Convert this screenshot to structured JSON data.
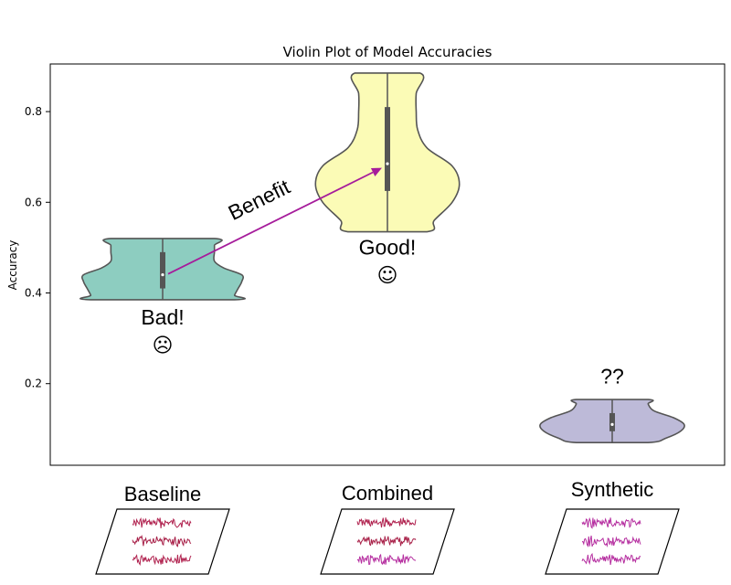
{
  "chart_data": {
    "type": "violin",
    "title": "Violin Plot of Model Accuracies",
    "xlabel": "",
    "ylabel": "Accuracy",
    "ylim": [
      0.02,
      0.905
    ],
    "yticks": [
      {
        "value": 0.2,
        "label": "0.2"
      },
      {
        "value": 0.4,
        "label": "0.4"
      },
      {
        "value": 0.6,
        "label": "0.6"
      },
      {
        "value": 0.8,
        "label": "0.8"
      }
    ],
    "grid": false,
    "categories": [
      "Baseline",
      "Combined",
      "Synthetic"
    ],
    "violins": [
      {
        "category": "Baseline",
        "color": "#8dcdc0",
        "min": 0.385,
        "max": 0.52,
        "q1": 0.41,
        "median": 0.44,
        "q3": 0.49,
        "density": [
          [
            0.385,
            1.0
          ],
          [
            0.395,
            1.0
          ],
          [
            0.41,
            1.05
          ],
          [
            0.425,
            1.1
          ],
          [
            0.44,
            1.1
          ],
          [
            0.455,
            0.85
          ],
          [
            0.47,
            0.72
          ],
          [
            0.49,
            0.72
          ],
          [
            0.505,
            0.72
          ],
          [
            0.52,
            0.72
          ]
        ]
      },
      {
        "category": "Combined",
        "color": "#fbfbb6",
        "min": 0.535,
        "max": 0.885,
        "q1": 0.625,
        "median": 0.685,
        "q3": 0.81,
        "density": [
          [
            0.535,
            0.55
          ],
          [
            0.56,
            0.65
          ],
          [
            0.6,
            0.9
          ],
          [
            0.64,
            1.0
          ],
          [
            0.68,
            0.9
          ],
          [
            0.72,
            0.55
          ],
          [
            0.76,
            0.42
          ],
          [
            0.8,
            0.4
          ],
          [
            0.84,
            0.4
          ],
          [
            0.885,
            0.45
          ]
        ]
      },
      {
        "category": "Synthetic",
        "color": "#bdbad8",
        "min": 0.07,
        "max": 0.165,
        "q1": 0.095,
        "median": 0.11,
        "q3": 0.135,
        "density": [
          [
            0.07,
            0.5
          ],
          [
            0.08,
            0.75
          ],
          [
            0.095,
            0.95
          ],
          [
            0.11,
            1.0
          ],
          [
            0.125,
            0.85
          ],
          [
            0.14,
            0.58
          ],
          [
            0.155,
            0.5
          ],
          [
            0.165,
            0.5
          ]
        ]
      }
    ],
    "annotations": [
      {
        "text": "Bad!",
        "face": "☹",
        "category": "Baseline",
        "y": 0.33
      },
      {
        "text": "Good!",
        "face": "☺",
        "category": "Combined",
        "y": 0.485
      },
      {
        "text": "??",
        "face": "",
        "category": "Synthetic",
        "y": 0.2
      }
    ],
    "arrow": {
      "label": "Benefit",
      "from": {
        "category": "Baseline",
        "y": 0.44
      },
      "to": {
        "category": "Combined",
        "y": 0.68
      },
      "color": "#a61c9b"
    },
    "thumbnails": [
      {
        "category": "Baseline",
        "colors": [
          "#b0214e",
          "#a82048",
          "#b0214e"
        ]
      },
      {
        "category": "Combined",
        "colors": [
          "#b0214e",
          "#a82048",
          "#b52d9f"
        ]
      },
      {
        "category": "Synthetic",
        "colors": [
          "#b52d9f",
          "#b52d9f",
          "#b52d9f"
        ]
      }
    ]
  }
}
